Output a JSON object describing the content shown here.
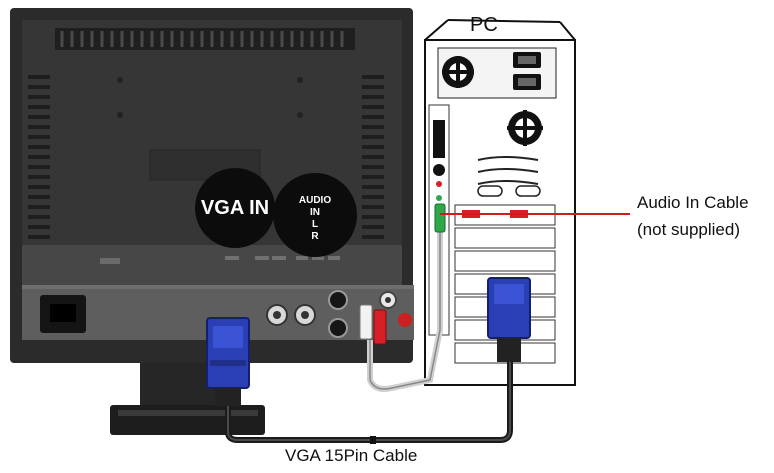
{
  "labels": {
    "pc": "PC",
    "audio_cable_line1": "Audio In Cable",
    "audio_cable_line2": "(not supplied)",
    "vga_cable": "VGA 15Pin Cable",
    "vga_in_port": "VGA IN",
    "audio_port": [
      "AUDIO",
      "IN",
      "L",
      "R"
    ]
  },
  "colors": {
    "monitor_body": "#2b2b2b",
    "monitor_panel": "#3e3e3e",
    "monitor_io_strip": "#5a5a5a",
    "pc_case": "#ffffff",
    "vga_connector": "#2b3fb4",
    "audio_cable_green": "#2fa84a",
    "audio_plug_red": "#d81e26",
    "leader_line": "#cc1e1e"
  }
}
